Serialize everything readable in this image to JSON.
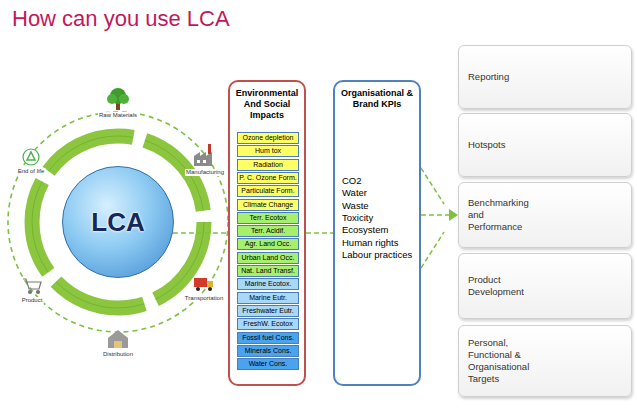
{
  "diagram": {
    "title": "How can you use LCA",
    "nodes": [
      {
        "text": [
          "LCA"
        ]
      },
      {
        "text": [
          "Environmental And Social Impacts"
        ]
      },
      {
        "text": [
          "Ozone depletion"
        ],
        "in": 1
      },
      {
        "text": [
          "Hum tox"
        ],
        "in": 1
      },
      {
        "text": [
          "Radiation"
        ],
        "in": 1
      },
      {
        "text": [
          "P. C. Ozone Form."
        ],
        "in": 1
      },
      {
        "text": [
          "Particulate Form."
        ],
        "in": 1
      },
      {
        "text": [
          "Climate Change"
        ],
        "in": 1
      },
      {
        "text": [
          "Terr. Ecotox"
        ],
        "in": 1
      },
      {
        "text": [
          "Terr. Acidif."
        ],
        "in": 1
      },
      {
        "text": [
          "Agr. Land Occ."
        ],
        "in": 1
      },
      {
        "text": [
          "Urban Land Occ."
        ],
        "in": 1
      },
      {
        "text": [
          "Nat. Land Transf."
        ],
        "in": 1
      },
      {
        "text": [
          "Marine Ecotox."
        ],
        "in": 1
      },
      {
        "text": [
          "Marine Eutr."
        ],
        "in": 1
      },
      {
        "text": [
          "Freshwater Eutr."
        ],
        "in": 1
      },
      {
        "text": [
          "FreshW. Ecotox"
        ],
        "in": 1
      },
      {
        "text": [
          "Fossil fuel Cons."
        ],
        "in": 1
      },
      {
        "text": [
          "Minerals Cons."
        ],
        "in": 1
      },
      {
        "text": [
          "Water Cons."
        ],
        "in": 1
      },
      {
        "text": [
          "Organisational & Brand KPIs",
          "CO2",
          "Water",
          "Waste",
          "Toxicity",
          "Ecosystem",
          "Human rights",
          "Labour practices"
        ]
      },
      {
        "text": [
          "Reporting"
        ]
      },
      {
        "text": [
          "Hotspots"
        ]
      },
      {
        "text": [
          "Benchmarking and Performance"
        ]
      },
      {
        "text": [
          "Product Development"
        ]
      },
      {
        "text": [
          "Personal, Functional & Organisational Targets"
        ]
      }
    ],
    "edges": [
      {
        "from": 0,
        "to": 1,
        "arrow": "none"
      },
      {
        "from": 1,
        "to": 20,
        "arrow": "none"
      },
      {
        "from": 20,
        "to": 23,
        "arrow": "to"
      }
    ],
    "labels": [
      "Raw Materials",
      "Manufacturing",
      "Transportation",
      "Distribution",
      "Product",
      "End of life"
    ]
  }
}
